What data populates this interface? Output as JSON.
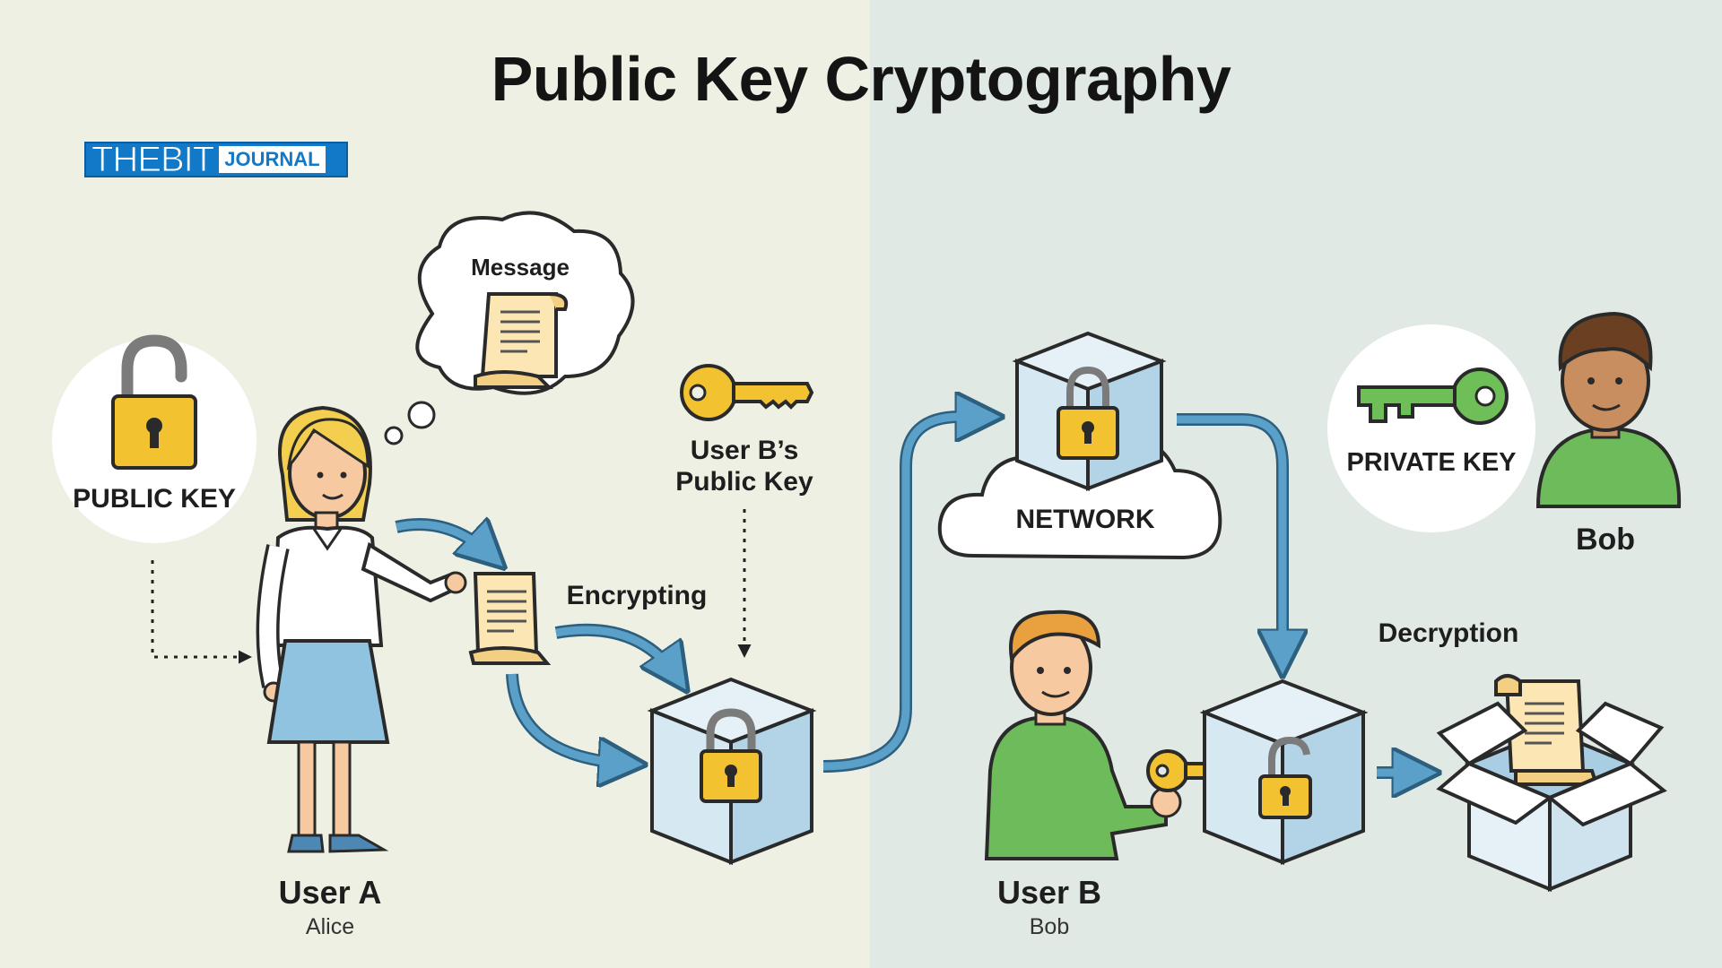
{
  "title": "Public Key Cryptography",
  "logo": {
    "main": "THEBIT",
    "sub": "JOURNAL"
  },
  "labels": {
    "public_key": "PUBLIC KEY",
    "message": "Message",
    "user_b_public_key_line1": "User B’s",
    "user_b_public_key_line2": "Public Key",
    "encrypting": "Encrypting",
    "network": "NETWORK",
    "private_key": "PRIVATE KEY",
    "bob_top": "Bob",
    "decryption": "Decryption"
  },
  "users": {
    "a": {
      "name": "User A",
      "alias": "Alice"
    },
    "b": {
      "name": "User B",
      "alias": "Bob"
    }
  },
  "colors": {
    "background_left": "#eef0e4",
    "background_right": "#e1e9e4",
    "lock_gold": "#f2c230",
    "private_key_green": "#6fbf58",
    "arrow_blue": "#5aa0c8",
    "shirt_green": "#6dbb5a",
    "skirt_blue": "#8fc3e0"
  },
  "icons": [
    "open-padlock-icon",
    "scroll-icon",
    "gold-key-icon",
    "locked-cube-icon",
    "cloud-icon",
    "green-key-icon",
    "open-box-icon"
  ]
}
